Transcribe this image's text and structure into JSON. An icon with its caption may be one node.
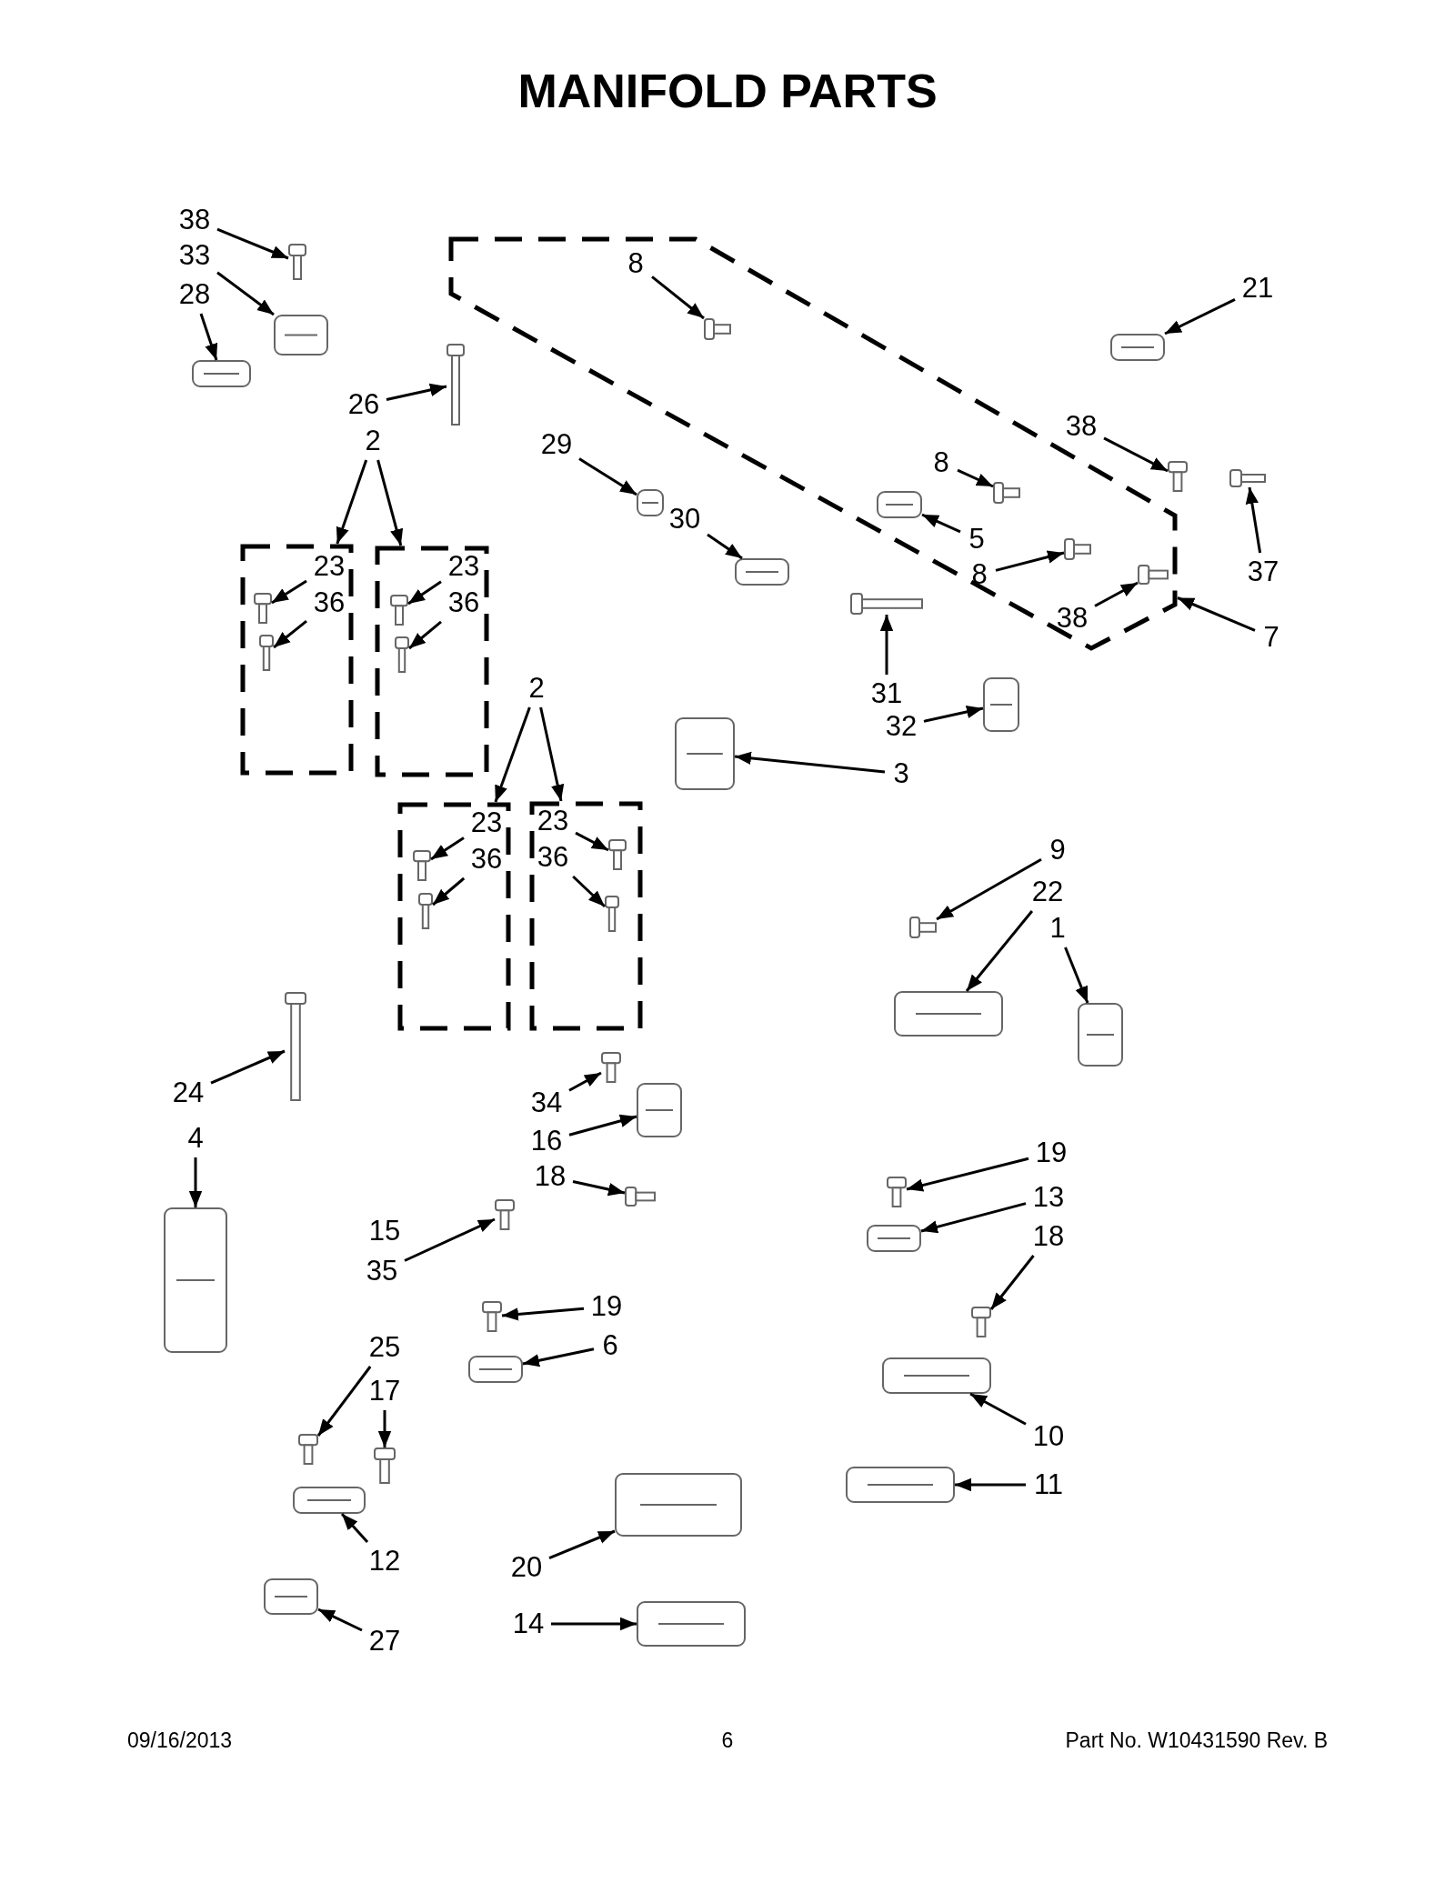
{
  "diagram": {
    "title": "MANIFOLD PARTS",
    "nodes": [
      {
        "text": [
          "38"
        ]
      },
      {
        "text": [
          "33"
        ]
      },
      {
        "text": [
          "28"
        ]
      },
      {
        "text": [],
        "shape": "box"
      },
      {
        "text": [
          "8"
        ],
        "in": 3
      },
      {
        "text": [
          "21"
        ]
      },
      {
        "text": [
          "26"
        ]
      },
      {
        "text": [
          "2"
        ]
      },
      {
        "text": [
          "38"
        ]
      },
      {
        "text": [
          "29"
        ]
      },
      {
        "text": [
          "8"
        ],
        "in": 3
      },
      {
        "text": [
          "5"
        ],
        "in": 3
      },
      {
        "text": [
          "30"
        ]
      },
      {
        "text": [
          "8"
        ],
        "in": 3
      },
      {
        "text": [
          "37"
        ]
      },
      {
        "text": [
          "38"
        ],
        "in": 3
      },
      {
        "text": [
          "7"
        ]
      },
      {
        "text": [],
        "shape": "box"
      },
      {
        "text": [
          "23"
        ],
        "in": 17
      },
      {
        "text": [
          "36"
        ],
        "in": 17
      },
      {
        "text": [],
        "shape": "box"
      },
      {
        "text": [
          "23"
        ],
        "in": 20
      },
      {
        "text": [
          "36"
        ],
        "in": 20
      },
      {
        "text": [
          "31"
        ]
      },
      {
        "text": [
          "32"
        ]
      },
      {
        "text": [
          "3"
        ]
      },
      {
        "text": [
          "2"
        ]
      },
      {
        "text": [],
        "shape": "box"
      },
      {
        "text": [
          "23"
        ],
        "in": 27
      },
      {
        "text": [
          "36"
        ],
        "in": 27
      },
      {
        "text": [],
        "shape": "box"
      },
      {
        "text": [
          "23"
        ],
        "in": 30
      },
      {
        "text": [
          "36"
        ],
        "in": 30
      },
      {
        "text": [
          "9"
        ]
      },
      {
        "text": [
          "22"
        ]
      },
      {
        "text": [
          "1"
        ]
      },
      {
        "text": [
          "24"
        ]
      },
      {
        "text": [
          "4"
        ]
      },
      {
        "text": [
          "34"
        ]
      },
      {
        "text": [
          "16"
        ]
      },
      {
        "text": [
          "18"
        ]
      },
      {
        "text": [
          "35"
        ]
      },
      {
        "text": [
          "19"
        ]
      },
      {
        "text": [
          "13"
        ]
      },
      {
        "text": [
          "18"
        ]
      },
      {
        "text": [
          "19"
        ]
      },
      {
        "text": [
          "6"
        ]
      },
      {
        "text": [
          "25"
        ]
      },
      {
        "text": [
          "17"
        ]
      },
      {
        "text": [
          "10"
        ]
      },
      {
        "text": [
          "11"
        ]
      },
      {
        "text": [
          "12"
        ]
      },
      {
        "text": [
          "20"
        ]
      },
      {
        "text": [
          "14"
        ]
      },
      {
        "text": [
          "27"
        ]
      },
      {
        "text": [],
        "shape": "picture"
      },
      {
        "text": [],
        "shape": "picture"
      },
      {
        "text": [],
        "shape": "picture"
      },
      {
        "text": [],
        "shape": "picture",
        "in": 3
      },
      {
        "text": [],
        "shape": "picture"
      },
      {
        "text": [],
        "shape": "picture"
      },
      {
        "text": [],
        "shape": "picture"
      },
      {
        "text": [],
        "shape": "picture"
      },
      {
        "text": [],
        "shape": "picture",
        "in": 3
      },
      {
        "text": [],
        "shape": "picture",
        "in": 3
      },
      {
        "text": [],
        "shape": "picture"
      },
      {
        "text": [],
        "shape": "picture",
        "in": 3
      },
      {
        "text": [],
        "shape": "picture"
      },
      {
        "text": [],
        "shape": "picture",
        "in": 3
      },
      {
        "text": [],
        "shape": "picture",
        "in": 17
      },
      {
        "text": [],
        "shape": "picture",
        "in": 17
      },
      {
        "text": [],
        "shape": "picture",
        "in": 20
      },
      {
        "text": [],
        "shape": "picture",
        "in": 20
      },
      {
        "text": [],
        "shape": "picture"
      },
      {
        "text": [],
        "shape": "picture"
      },
      {
        "text": [],
        "shape": "picture"
      },
      {
        "text": [],
        "shape": "picture",
        "in": 27
      },
      {
        "text": [],
        "shape": "picture",
        "in": 27
      },
      {
        "text": [],
        "shape": "picture",
        "in": 30
      },
      {
        "text": [],
        "shape": "picture",
        "in": 30
      },
      {
        "text": [],
        "shape": "picture"
      },
      {
        "text": [],
        "shape": "picture"
      },
      {
        "text": [],
        "shape": "picture"
      },
      {
        "text": [],
        "shape": "picture"
      },
      {
        "text": [],
        "shape": "picture"
      },
      {
        "text": [],
        "shape": "picture"
      },
      {
        "text": [],
        "shape": "picture"
      },
      {
        "text": [],
        "shape": "picture"
      },
      {
        "text": [],
        "shape": "picture"
      },
      {
        "text": [],
        "shape": "picture"
      },
      {
        "text": [],
        "shape": "picture"
      },
      {
        "text": [],
        "shape": "picture"
      },
      {
        "text": [],
        "shape": "picture"
      },
      {
        "text": [],
        "shape": "picture"
      },
      {
        "text": [],
        "shape": "picture"
      },
      {
        "text": [],
        "shape": "picture"
      },
      {
        "text": [],
        "shape": "picture"
      },
      {
        "text": [],
        "shape": "picture"
      },
      {
        "text": [],
        "shape": "picture"
      },
      {
        "text": [],
        "shape": "picture"
      },
      {
        "text": [],
        "shape": "picture"
      },
      {
        "text": [],
        "shape": "picture"
      }
    ],
    "edges": [
      {
        "from": 0,
        "to": 55,
        "arrow": "to"
      },
      {
        "from": 1,
        "to": 56,
        "arrow": "to"
      },
      {
        "from": 2,
        "to": 57,
        "arrow": "to"
      },
      {
        "from": 4,
        "to": 58,
        "arrow": "to"
      },
      {
        "from": 5,
        "to": 59,
        "arrow": "to"
      },
      {
        "from": 6,
        "to": 60,
        "arrow": "to"
      },
      {
        "from": 7,
        "to": 17,
        "arrow": "to"
      },
      {
        "from": 7,
        "to": 20,
        "arrow": "to"
      },
      {
        "from": 8,
        "to": 61,
        "arrow": "to"
      },
      {
        "from": 9,
        "to": 62,
        "arrow": "to"
      },
      {
        "from": 10,
        "to": 63,
        "arrow": "to"
      },
      {
        "from": 11,
        "to": 64,
        "arrow": "to"
      },
      {
        "from": 12,
        "to": 65,
        "arrow": "to"
      },
      {
        "from": 13,
        "to": 66,
        "arrow": "to"
      },
      {
        "from": 14,
        "to": 67,
        "arrow": "to"
      },
      {
        "from": 15,
        "to": 68,
        "arrow": "to"
      },
      {
        "from": 16,
        "to": 3,
        "arrow": "to"
      },
      {
        "from": 18,
        "to": 69,
        "arrow": "to"
      },
      {
        "from": 19,
        "to": 70,
        "arrow": "to"
      },
      {
        "from": 21,
        "to": 71,
        "arrow": "to"
      },
      {
        "from": 22,
        "to": 72,
        "arrow": "to"
      },
      {
        "from": 23,
        "to": 73,
        "arrow": "to"
      },
      {
        "from": 24,
        "to": 74,
        "arrow": "to"
      },
      {
        "from": 25,
        "to": 75,
        "arrow": "to"
      },
      {
        "from": 26,
        "to": 27,
        "arrow": "to"
      },
      {
        "from": 26,
        "to": 30,
        "arrow": "to"
      },
      {
        "from": 28,
        "to": 76,
        "arrow": "to"
      },
      {
        "from": 29,
        "to": 77,
        "arrow": "to"
      },
      {
        "from": 31,
        "to": 78,
        "arrow": "to"
      },
      {
        "from": 32,
        "to": 79,
        "arrow": "to"
      },
      {
        "from": 33,
        "to": 80,
        "arrow": "to"
      },
      {
        "from": 34,
        "to": 81,
        "arrow": "to"
      },
      {
        "from": 35,
        "to": 82,
        "arrow": "to"
      },
      {
        "from": 36,
        "to": 83,
        "arrow": "to"
      },
      {
        "from": 37,
        "to": 84,
        "arrow": "to"
      },
      {
        "from": 38,
        "to": 85,
        "arrow": "to"
      },
      {
        "from": 39,
        "to": 86,
        "arrow": "to"
      },
      {
        "from": 40,
        "to": 87,
        "arrow": "to"
      },
      {
        "from": 41,
        "to": 88,
        "arrow": "to"
      },
      {
        "from": 42,
        "to": 89,
        "arrow": "to"
      },
      {
        "from": 43,
        "to": 90,
        "arrow": "to"
      },
      {
        "from": 44,
        "to": 91,
        "arrow": "to"
      },
      {
        "from": 45,
        "to": 92,
        "arrow": "to"
      },
      {
        "from": 46,
        "to": 93,
        "arrow": "to"
      },
      {
        "from": 47,
        "to": 94,
        "arrow": "to"
      },
      {
        "from": 48,
        "to": 95,
        "arrow": "to"
      },
      {
        "from": 49,
        "to": 96,
        "arrow": "to"
      },
      {
        "from": 50,
        "to": 97,
        "arrow": "to"
      },
      {
        "from": 51,
        "to": 98,
        "arrow": "to"
      },
      {
        "from": 52,
        "to": 99,
        "arrow": "to"
      },
      {
        "from": 53,
        "to": 100,
        "arrow": "to"
      },
      {
        "from": 54,
        "to": 101,
        "arrow": "to"
      }
    ],
    "labels": [
      "15",
      "09/16/2013",
      "6",
      "Part No. W10431590 Rev. B"
    ]
  }
}
